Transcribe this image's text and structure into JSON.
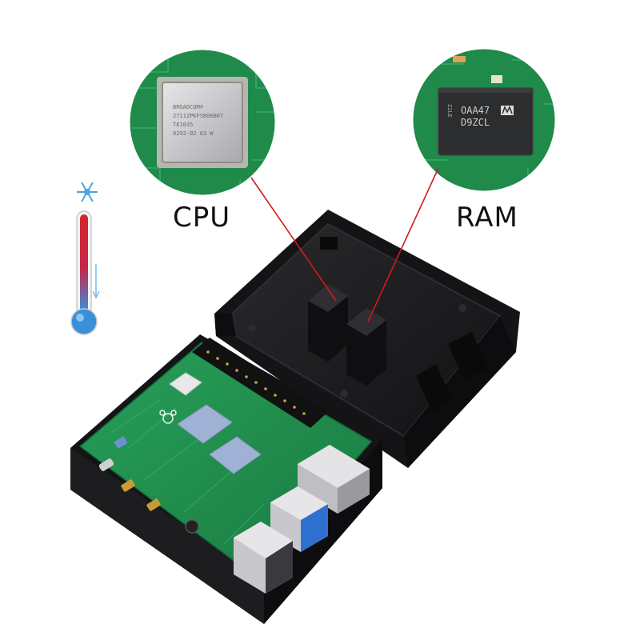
{
  "labels": {
    "cpu": "CPU",
    "ram": "RAM"
  },
  "chip_markings": {
    "cpu": [
      "BROADCOM®",
      "2711ZPKFSB06B0T",
      "TE1035",
      "0292-02 03 W"
    ],
    "ram": [
      "OAA47",
      "D9ZCL",
      "Z2LE"
    ]
  },
  "colors": {
    "pcb_green": "#1f8a4a",
    "case_black": "#1b1b1d",
    "thermal_pad": "#9fb2d6",
    "pointer_line": "#d11a1a",
    "thermometer_red": "#d8252a",
    "thermometer_blue": "#3a8fd9"
  },
  "icons": [
    "snowflake-icon",
    "thermometer-icon",
    "raspberry-logo-icon"
  ]
}
